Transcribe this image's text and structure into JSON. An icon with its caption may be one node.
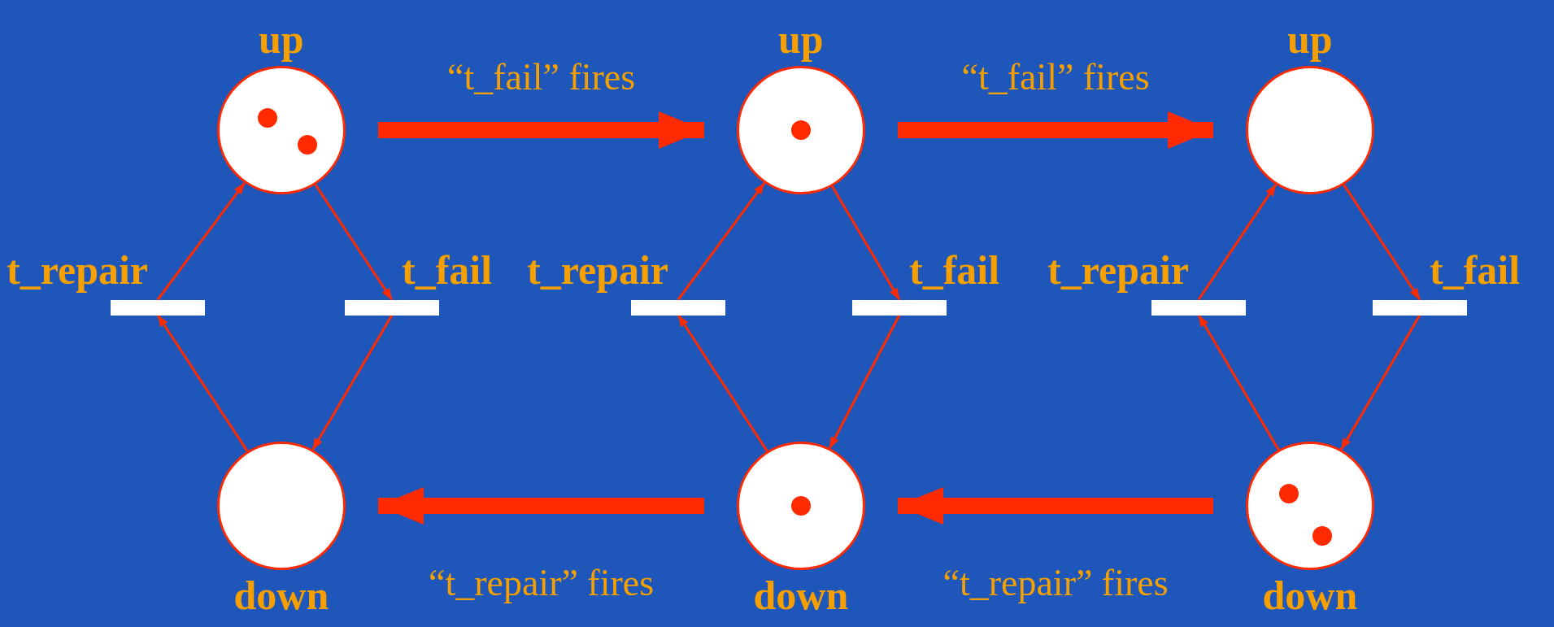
{
  "diagram": {
    "nodes": [
      {
        "text": [
          "up"
        ]
      },
      {
        "text": [],
        "shape": "circle",
        "in": 0
      },
      {
        "text": [],
        "shape": "circle",
        "in": 0
      },
      {
        "text": [
          "t_repair"
        ]
      },
      {
        "text": [
          "t_fail"
        ]
      },
      {
        "text": [
          "down"
        ]
      },
      {
        "text": [
          "up"
        ]
      },
      {
        "text": [],
        "shape": "circle",
        "in": 6
      },
      {
        "text": [
          "t_repair"
        ]
      },
      {
        "text": [
          "t_fail"
        ]
      },
      {
        "text": [
          "down"
        ]
      },
      {
        "text": [],
        "shape": "circle",
        "in": 10
      },
      {
        "text": [
          "up"
        ]
      },
      {
        "text": [
          "t_repair"
        ]
      },
      {
        "text": [
          "t_fail"
        ]
      },
      {
        "text": [
          "down"
        ]
      },
      {
        "text": [],
        "shape": "circle",
        "in": 15
      },
      {
        "text": [],
        "shape": "circle",
        "in": 15
      }
    ],
    "edges": [
      {
        "from": 3,
        "to": 0,
        "arrow": "to"
      },
      {
        "from": 0,
        "to": 4,
        "arrow": "to"
      },
      {
        "from": 4,
        "to": 5,
        "arrow": "to"
      },
      {
        "from": 5,
        "to": 3,
        "arrow": "to"
      },
      {
        "from": 8,
        "to": 6,
        "arrow": "to"
      },
      {
        "from": 6,
        "to": 9,
        "arrow": "to"
      },
      {
        "from": 9,
        "to": 10,
        "arrow": "to"
      },
      {
        "from": 10,
        "to": 8,
        "arrow": "to"
      },
      {
        "from": 13,
        "to": 12,
        "arrow": "to"
      },
      {
        "from": 12,
        "to": 14,
        "arrow": "to"
      },
      {
        "from": 14,
        "to": 15,
        "arrow": "to"
      },
      {
        "from": 15,
        "to": 13,
        "arrow": "to"
      },
      {
        "from": 0,
        "to": 6,
        "arrow": "to",
        "label": "“t_fail” fires",
        "style": "thick"
      },
      {
        "from": 6,
        "to": 12,
        "arrow": "to",
        "label": "“t_fail” fires",
        "style": "thick"
      },
      {
        "from": 10,
        "to": 5,
        "arrow": "to",
        "label": "“t_repair” fires",
        "style": "thick"
      },
      {
        "from": 15,
        "to": 10,
        "arrow": "to",
        "label": "“t_repair” fires",
        "style": "thick"
      }
    ]
  }
}
